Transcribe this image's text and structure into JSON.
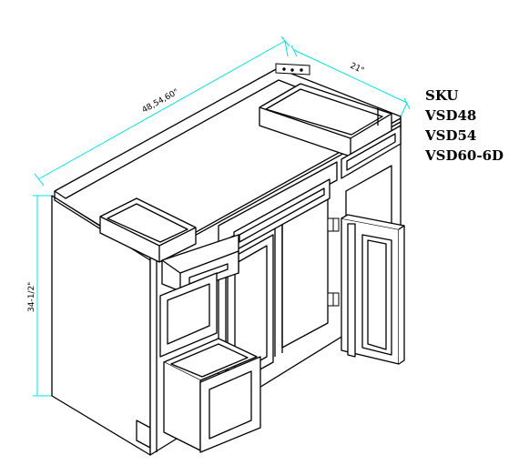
{
  "dimensions": {
    "width_label": "48,54,60\"",
    "depth_label": "21\"",
    "height_label": "34-1/2\""
  },
  "sku": {
    "heading": "SKU",
    "items": [
      "VSD48",
      "VSD54",
      "VSD60-6D"
    ]
  },
  "colors": {
    "dimension_line": "#00e5e5",
    "outline": "#000000",
    "background": "#ffffff"
  }
}
